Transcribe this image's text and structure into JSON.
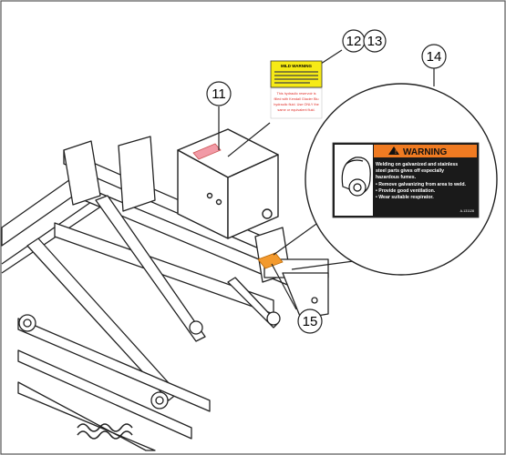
{
  "callouts": {
    "c11": "11",
    "c12": "12",
    "c13": "13",
    "c14": "14",
    "c15": "15"
  },
  "decal_yellow": {
    "title": "MILD WARNING"
  },
  "decal_red": {
    "lines": [
      "This hydraulic reservoir is",
      "filled with Kendall Glacier Blu",
      "hydraulic fluid. Use ONLY the",
      "same or equivalent fluid."
    ]
  },
  "warning_decal": {
    "header": "WARNING",
    "lines": [
      "Welding on galvanized and stainless",
      "steel parts gives off especially",
      "hazardous fumes.",
      "• Remove galvanizing from area to weld.",
      "• Provide good ventilation.",
      "• Wear suitable respirator."
    ],
    "part_number": "A-131128"
  },
  "colors": {
    "line": "#222222",
    "warning_orange": "#f07b22",
    "decal_black": "#1a1a1a",
    "yellow_decal": "#f6ea16",
    "red_text": "#e0302a",
    "pink_decal": "#f29aa6",
    "orange_decal": "#f39a2e"
  }
}
